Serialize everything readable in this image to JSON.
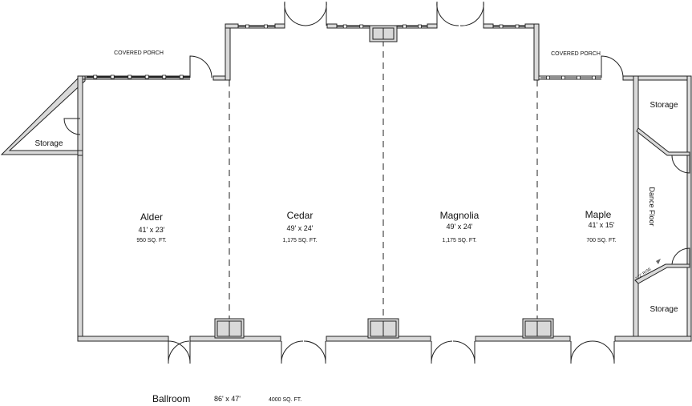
{
  "porches": [
    {
      "label": "COVERED PORCH"
    },
    {
      "label": "COVERED PORCH"
    }
  ],
  "storage": [
    {
      "label": "Storage"
    },
    {
      "label": "Storage"
    },
    {
      "label": "Storage"
    }
  ],
  "rooms": [
    {
      "name": "Alder",
      "dims": "41' x 23'",
      "area": "950 SQ. FT."
    },
    {
      "name": "Cedar",
      "dims": "49' x 24'",
      "area": "1,175 SQ. FT."
    },
    {
      "name": "Magnolia",
      "dims": "49' x 24'",
      "area": "1,175 SQ. FT."
    },
    {
      "name": "Maple",
      "dims": "41' x 15'",
      "area": "700 SQ. FT."
    }
  ],
  "dance_floor": {
    "label": "Dance Floor"
  },
  "ramp": {
    "label": "1' 2\" RISE"
  },
  "ballroom": {
    "name": "Ballroom",
    "dims": "86' x 47'",
    "area": "4000 SQ. FT."
  }
}
